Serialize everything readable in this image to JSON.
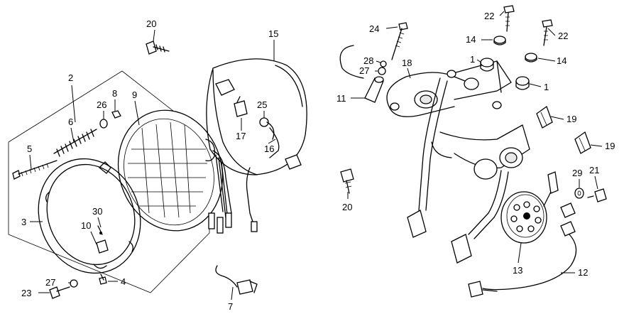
{
  "callouts": [
    {
      "id": "c20a",
      "text": "20"
    },
    {
      "id": "c2",
      "text": "2"
    },
    {
      "id": "c8",
      "text": "8"
    },
    {
      "id": "c9",
      "text": "9"
    },
    {
      "id": "c26",
      "text": "26"
    },
    {
      "id": "c6",
      "text": "6"
    },
    {
      "id": "c5",
      "text": "5"
    },
    {
      "id": "c3",
      "text": "3"
    },
    {
      "id": "c30",
      "text": "30"
    },
    {
      "id": "c10",
      "text": "10"
    },
    {
      "id": "c4",
      "text": "4"
    },
    {
      "id": "c27a",
      "text": "27"
    },
    {
      "id": "c23",
      "text": "23"
    },
    {
      "id": "c7",
      "text": "7"
    },
    {
      "id": "c15",
      "text": "15"
    },
    {
      "id": "c25",
      "text": "25"
    },
    {
      "id": "c17",
      "text": "17"
    },
    {
      "id": "c16",
      "text": "16"
    },
    {
      "id": "c24",
      "text": "24"
    },
    {
      "id": "c28",
      "text": "28"
    },
    {
      "id": "c27b",
      "text": "27"
    },
    {
      "id": "c11",
      "text": "11"
    },
    {
      "id": "c18",
      "text": "18"
    },
    {
      "id": "c20b",
      "text": "20"
    },
    {
      "id": "c22a",
      "text": "22"
    },
    {
      "id": "c22b",
      "text": "22"
    },
    {
      "id": "c14a",
      "text": "14"
    },
    {
      "id": "c14b",
      "text": "14"
    },
    {
      "id": "c1a",
      "text": "1"
    },
    {
      "id": "c1b",
      "text": "1"
    },
    {
      "id": "c19a",
      "text": "19"
    },
    {
      "id": "c19b",
      "text": "19"
    },
    {
      "id": "c29",
      "text": "29"
    },
    {
      "id": "c21",
      "text": "21"
    },
    {
      "id": "c13",
      "text": "13"
    },
    {
      "id": "c12",
      "text": "12"
    }
  ]
}
